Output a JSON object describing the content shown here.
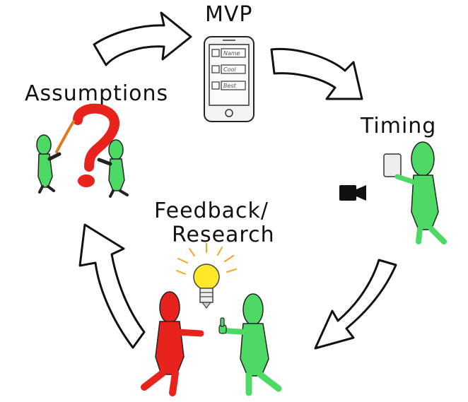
{
  "labels": {
    "mvp": "MVP",
    "timing": "Timing",
    "assumptions": "Assumptions",
    "feedback": "Feedback/",
    "research": "Research"
  },
  "phone": {
    "fields": [
      "Name",
      "Cool",
      "Best"
    ]
  },
  "colors": {
    "green_figure": "#4cd964",
    "red_figure": "#e8221c",
    "question_mark": "#e8221c",
    "bulb": "#ffe82a",
    "bulb_rays": "#f5a623",
    "stroke": "#111111",
    "camera": "#111111"
  },
  "icons": [
    "arrow-icon",
    "phone-icon",
    "question-mark-icon",
    "lightbulb-icon",
    "camera-icon",
    "thumbs-up-icon"
  ]
}
